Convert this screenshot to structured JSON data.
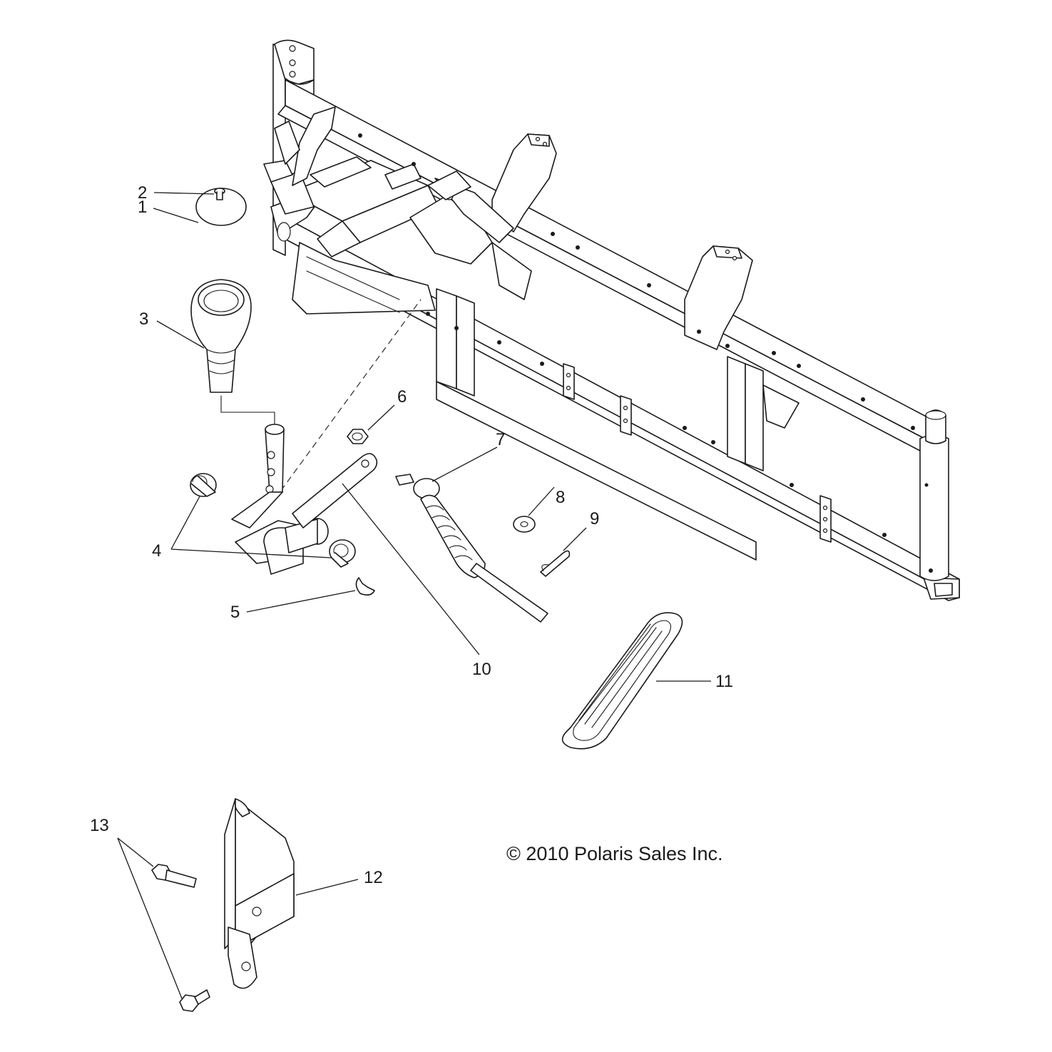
{
  "copyright": "© 2010 Polaris Sales Inc.",
  "callouts": {
    "c1": "1",
    "c2": "2",
    "c3": "3",
    "c4": "4",
    "c5": "5",
    "c6": "6",
    "c7": "7",
    "c8": "8",
    "c9": "9",
    "c10": "10",
    "c11": "11",
    "c12": "12",
    "c13": "13"
  }
}
